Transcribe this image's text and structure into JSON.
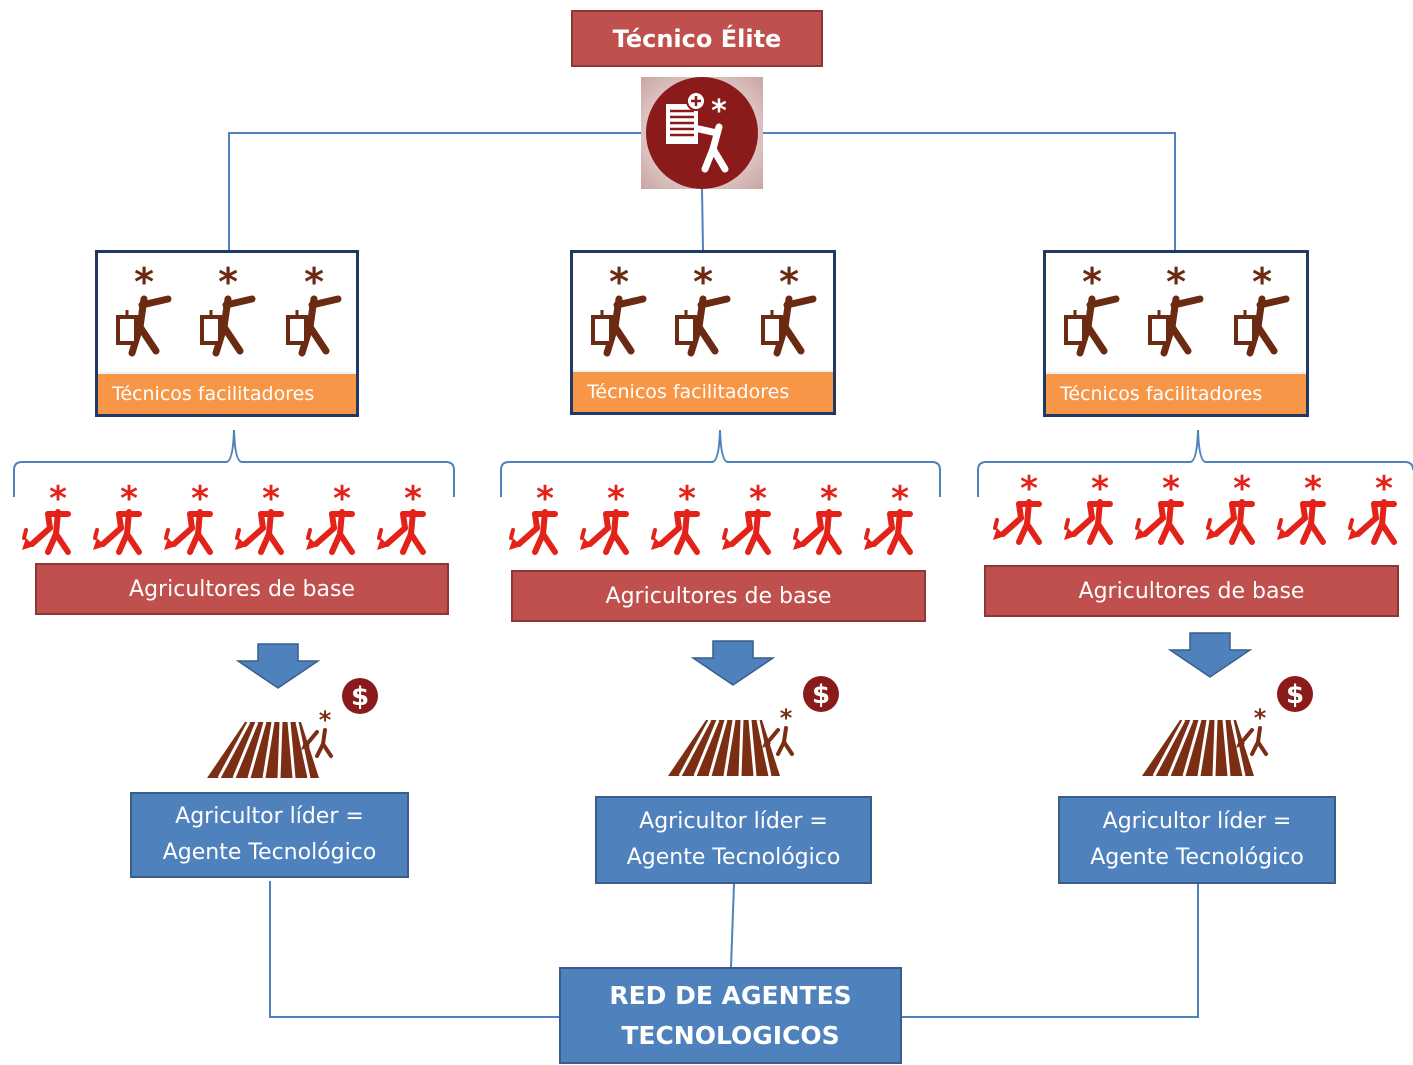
{
  "title": "Técnico Élite",
  "groups": [
    {
      "facilitators_label": "Técnicos facilitadores",
      "base_label": "Agricultores de base",
      "leader_line1": "Agricultor líder =",
      "leader_line2": "Agente Tecnológico"
    },
    {
      "facilitators_label": "Técnicos facilitadores",
      "base_label": "Agricultores de base",
      "leader_line1": "Agricultor líder =",
      "leader_line2": "Agente Tecnológico"
    },
    {
      "facilitators_label": "Técnicos facilitadores",
      "base_label": "Agricultores de base",
      "leader_line1": "Agricultor líder =",
      "leader_line2": "Agente Tecnológico"
    }
  ],
  "network_line1": "RED DE AGENTES",
  "network_line2": "TECNOLOGICOS",
  "icons": {
    "elite": "elite-technician-icon",
    "facilitator": "facilitator-technician-icon",
    "farmer": "farmer-icon",
    "leader": "leader-farmer-field-icon",
    "money": "dollar-coin-icon",
    "arrow": "down-arrow-icon"
  },
  "colors": {
    "title_box": "#c0504d",
    "facilitator_label": "#f79646",
    "leader_box": "#4f81bd",
    "connector": "#4f81bd",
    "facilitator_figure": "#6b2a12",
    "farmer_figure": "#e32219",
    "field": "#7b2e14"
  }
}
